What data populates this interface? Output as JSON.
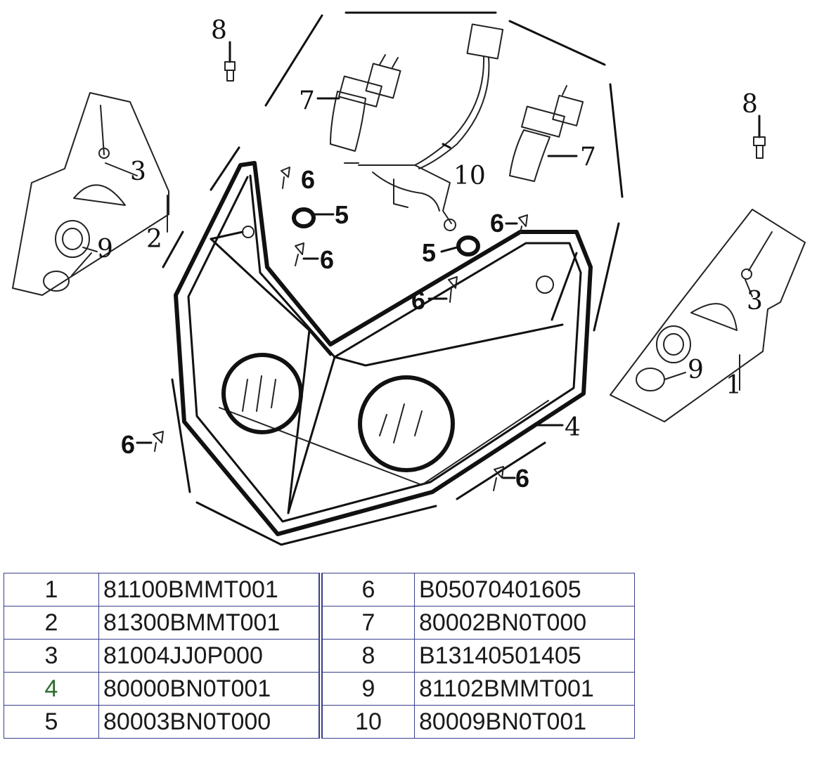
{
  "callouts": {
    "bolt_left": "8",
    "bolt_right": "8",
    "bulb_left": "7",
    "bulb_right": "7",
    "harness": "10",
    "screw_top_left": "6",
    "screw_right": "6",
    "screw_mid_left": "6",
    "screw_center": "6",
    "screw_bottom_left": "6",
    "screw_bottom_right": "6",
    "socket_upper": "5",
    "socket_lower": "5",
    "left_assembly": "2",
    "left_part_3": "3",
    "left_part_9": "9",
    "right_assembly": "1",
    "right_part_3": "3",
    "right_part_9": "9",
    "headlight_case": "4"
  },
  "parts_table": {
    "rows": [
      {
        "left_no": "1",
        "left_code": "81100BMMT001",
        "right_no": "6",
        "right_code": "B05070401605"
      },
      {
        "left_no": "2",
        "left_code": "81300BMMT001",
        "right_no": "7",
        "right_code": "80002BN0T000"
      },
      {
        "left_no": "3",
        "left_code": "81004JJ0P000",
        "right_no": "8",
        "right_code": "B13140501405"
      },
      {
        "left_no": "4",
        "left_code": "80000BN0T001",
        "right_no": "9",
        "right_code": "81102BMMT001"
      },
      {
        "left_no": "5",
        "left_code": "80003BN0T000",
        "right_no": "10",
        "right_code": "80009BN0T001"
      }
    ]
  }
}
